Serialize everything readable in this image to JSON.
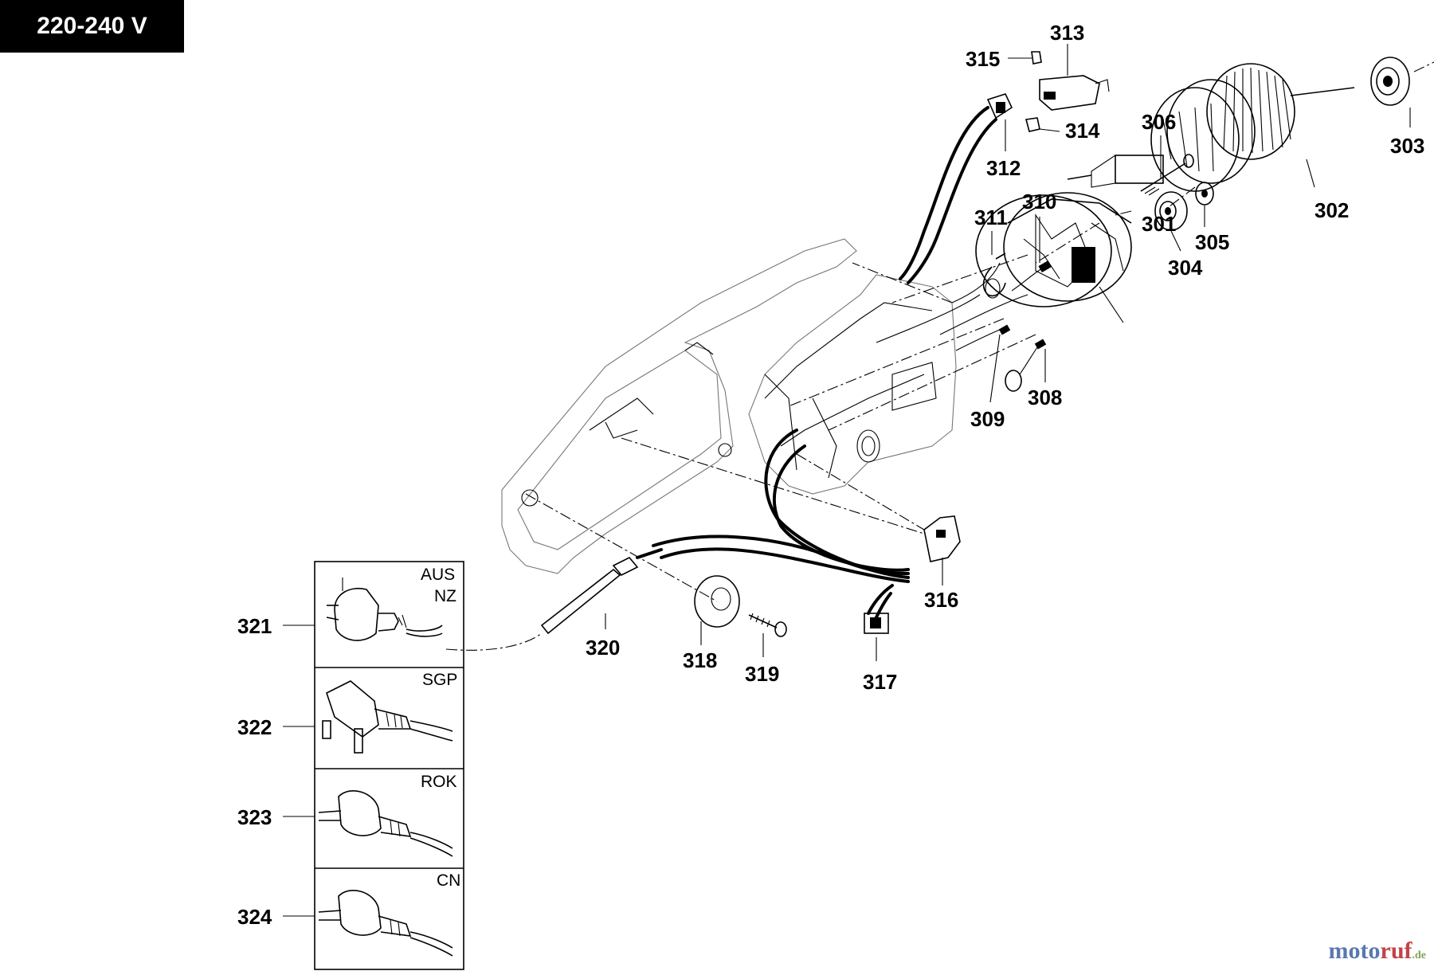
{
  "voltage_label": "220-240 V",
  "part_numbers": [
    "301",
    "302",
    "303",
    "304",
    "305",
    "306",
    "308",
    "309",
    "310",
    "311",
    "312",
    "313",
    "314",
    "315",
    "316",
    "317",
    "318",
    "319",
    "320"
  ],
  "plugs": [
    {
      "id": "321",
      "regions": [
        "AUS",
        "NZ"
      ]
    },
    {
      "id": "322",
      "regions": [
        "SGP"
      ]
    },
    {
      "id": "323",
      "regions": [
        "ROK"
      ]
    },
    {
      "id": "324",
      "regions": [
        "CN"
      ]
    }
  ],
  "watermark": {
    "part1": "moto",
    "part2": "ruf",
    "part3": ".de"
  }
}
